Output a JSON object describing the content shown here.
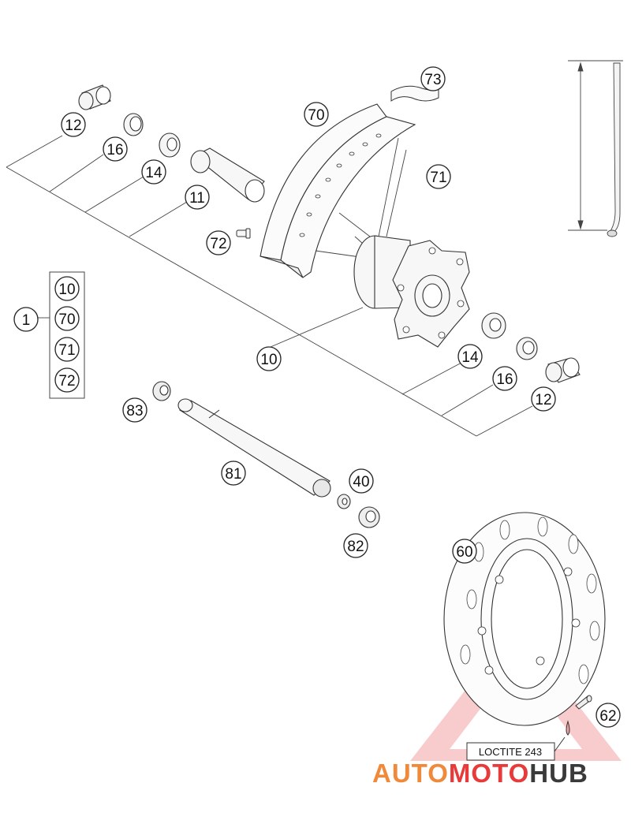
{
  "callouts": {
    "c73": "73",
    "c70": "70",
    "c71": "71",
    "c12a": "12",
    "c16a": "16",
    "c14a": "14",
    "c11": "11",
    "c72": "72",
    "c10": "10",
    "c14b": "14",
    "c16b": "16",
    "c12b": "12",
    "c83": "83",
    "c81": "81",
    "c40": "40",
    "c82": "82",
    "c60": "60",
    "c62": "62",
    "c1": "1"
  },
  "kit": [
    "10",
    "70",
    "71",
    "72"
  ],
  "note": "LOCTITE 243",
  "watermark": {
    "part1": "AUTO",
    "part2": "MOTO",
    "part3": "HUB"
  },
  "colors": {
    "line": "#333333",
    "accent": "#e83a3a",
    "accent2": "#f08a3a",
    "dark": "#3a3a3a",
    "water_fill": "#f3a3a3"
  }
}
